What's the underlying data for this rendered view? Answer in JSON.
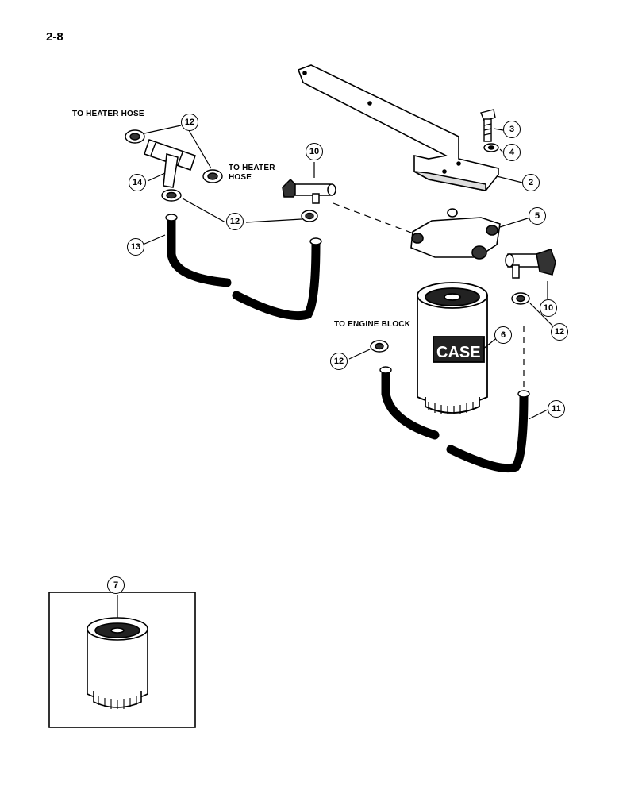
{
  "page_number": "2-8",
  "labels": {
    "to_heater_hose_1": "TO HEATER HOSE",
    "to_heater_hose_2_line1": "TO HEATER",
    "to_heater_hose_2_line2": "HOSE",
    "to_engine_block": "TO ENGINE BLOCK",
    "filter_brand": "CASE"
  },
  "callouts": {
    "c2": "2",
    "c3": "3",
    "c4": "4",
    "c5": "5",
    "c6": "6",
    "c7": "7",
    "c10a": "10",
    "c10b": "10",
    "c11": "11",
    "c12a": "12",
    "c12b": "12",
    "c12c": "12",
    "c12d": "12",
    "c13": "13",
    "c14": "14"
  }
}
